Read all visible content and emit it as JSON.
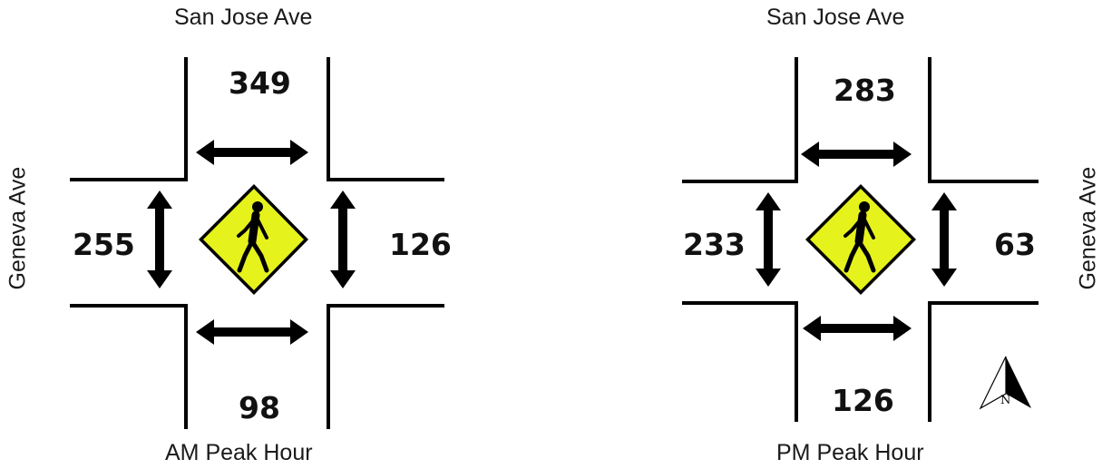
{
  "panels": [
    {
      "street_north": "San Jose Ave",
      "street_side": "Geneva Ave",
      "period": "AM Peak Hour",
      "counts": {
        "north": "349",
        "west": "255",
        "east": "126",
        "south": "98"
      }
    },
    {
      "street_north": "San Jose Ave",
      "street_side": "Geneva Ave",
      "period": "PM Peak Hour",
      "counts": {
        "north": "283",
        "west": "233",
        "east": "63",
        "south": "126"
      }
    }
  ],
  "north_arrow": {
    "letter": "N"
  },
  "sign_color": "#e6f21c",
  "icons": [
    "pedestrian-crossing-sign-icon",
    "double-arrow-icon",
    "north-arrow-icon"
  ]
}
